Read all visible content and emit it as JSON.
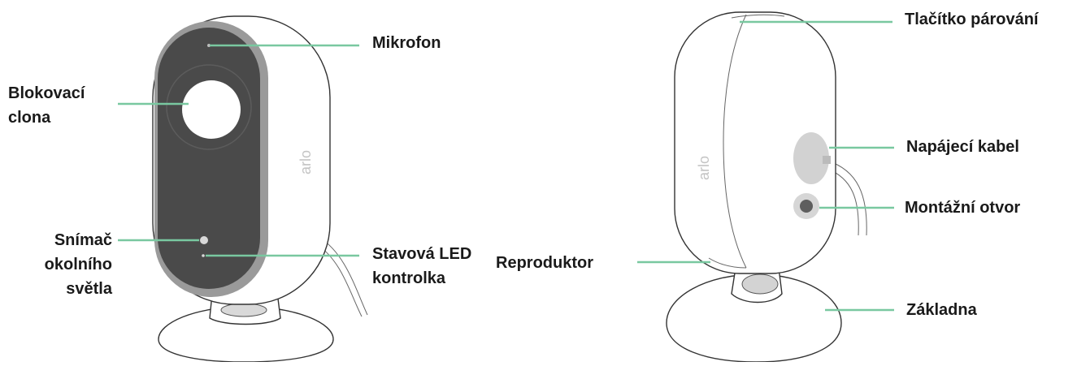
{
  "callouts": {
    "front": {
      "microphone": "Mikrofon",
      "privacy_shutter": [
        "Blokovací",
        "clona"
      ],
      "ambient_light_sensor": [
        "Snímač",
        "okolního",
        "světla"
      ],
      "status_led": [
        "Stavová LED",
        "kontrolka"
      ]
    },
    "back": {
      "sync_button": "Tlačítko párování",
      "power_cable": "Napájecí kabel",
      "mounting_hole": "Montážní otvor",
      "speaker": "Reproduktor",
      "base": "Základna"
    }
  },
  "brand_mark": "arlo",
  "colors": {
    "leader_line": "#79c8a0",
    "camera_body": "#ffffff",
    "camera_face": "#4a4a4a",
    "camera_rim": "#9a9a9a",
    "outline": "#333333"
  }
}
